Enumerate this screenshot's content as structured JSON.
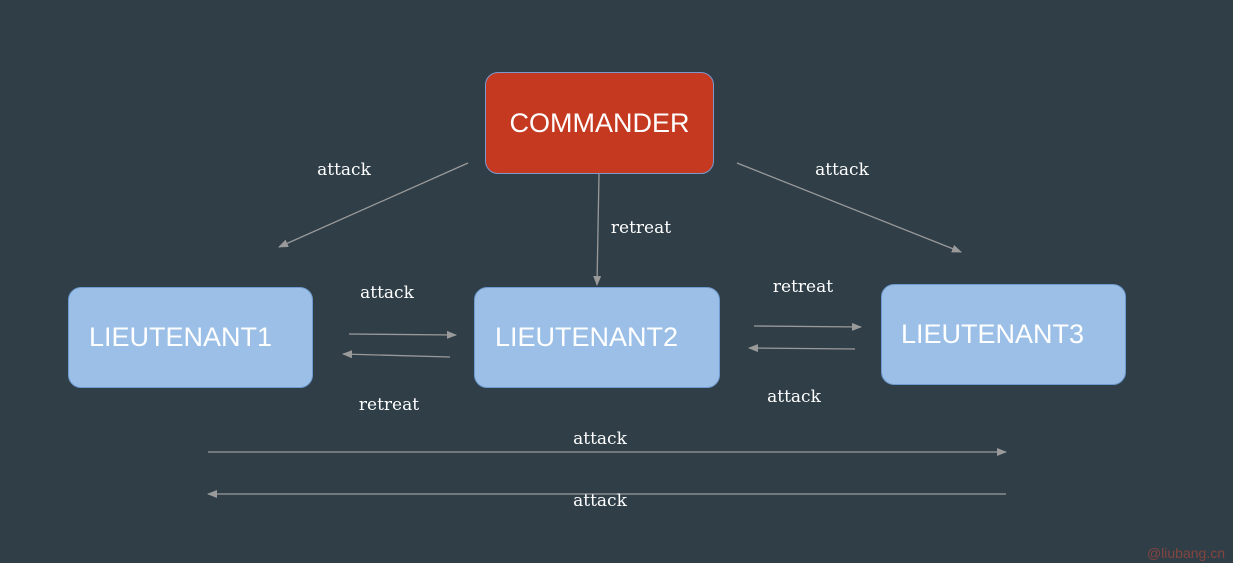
{
  "nodes": {
    "commander": "COMMANDER",
    "lieutenant1": "LIEUTENANT1",
    "lieutenant2": "LIEUTENANT2",
    "lieutenant3": "LIEUTENANT3"
  },
  "edges": {
    "commander_to_lt1": "attack",
    "commander_to_lt2": "retreat",
    "commander_to_lt3": "attack",
    "lt1_to_lt2": "attack",
    "lt2_to_lt1": "retreat",
    "lt2_to_lt3": "retreat",
    "lt3_to_lt2": "attack",
    "lt1_to_lt3": "attack",
    "lt3_to_lt1": "attack"
  },
  "watermark": "@liubang.cn",
  "colors": {
    "background": "#2f3e47",
    "commander_fill": "#c4391f",
    "lieutenant_fill": "#9bbfe6",
    "edge": "#9a9a9a",
    "text": "#ffffff"
  }
}
